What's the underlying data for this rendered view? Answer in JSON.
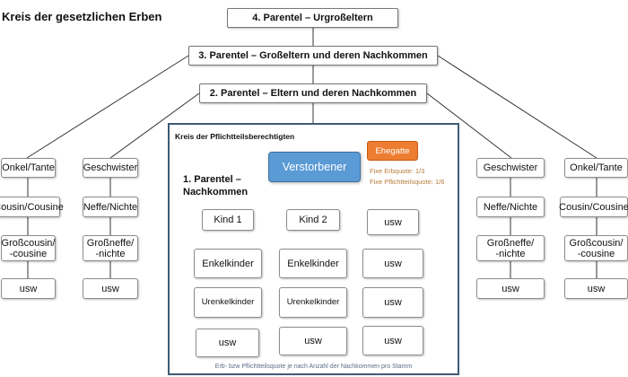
{
  "title": "Kreis der gesetzlichen Erben",
  "parentel4": "4. Parentel – Urgroßeltern",
  "parentel3": "3. Parentel – Großeltern und deren Nachkommen",
  "parentel2": "2. Parentel – Eltern und deren Nachkommen",
  "pflicht_title": "Kreis der Pflichtteilsberechtigten",
  "verstorbener": "Verstorbener",
  "ehegatte": "Ehegatte",
  "erbquote": "Fixe Erbquote: 1/3",
  "pflichtteilsquote": "Fixe Pflichtteilsquote: 1/6",
  "parentel1": "1. Parentel –\nNachkommen",
  "footnote": "Erb- bzw Pflichtteilsquote je nach Anzahl der Nachkommen pro Stamm",
  "far_left": [
    "Onkel/Tante",
    "Cousin/Cousine",
    "Großcousin/\n-cousine",
    "usw"
  ],
  "left": [
    "Geschwister",
    "Neffe/Nichte",
    "Großneffe/\n-nichte",
    "usw"
  ],
  "right": [
    "Geschwister",
    "Neffe/Nichte",
    "Großneffe/\n-nichte",
    "usw"
  ],
  "far_right": [
    "Onkel/Tante",
    "Cousin/Cousine",
    "Großcousin/\n-cousine",
    "usw"
  ],
  "kind1": [
    "Kind 1",
    "Enkelkinder",
    "Urenkelkinder",
    "usw"
  ],
  "kind2": [
    "Kind 2",
    "Enkelkinder",
    "Urenkelkinder",
    "usw"
  ],
  "kind3": [
    "usw",
    "usw",
    "usw",
    "usw"
  ]
}
